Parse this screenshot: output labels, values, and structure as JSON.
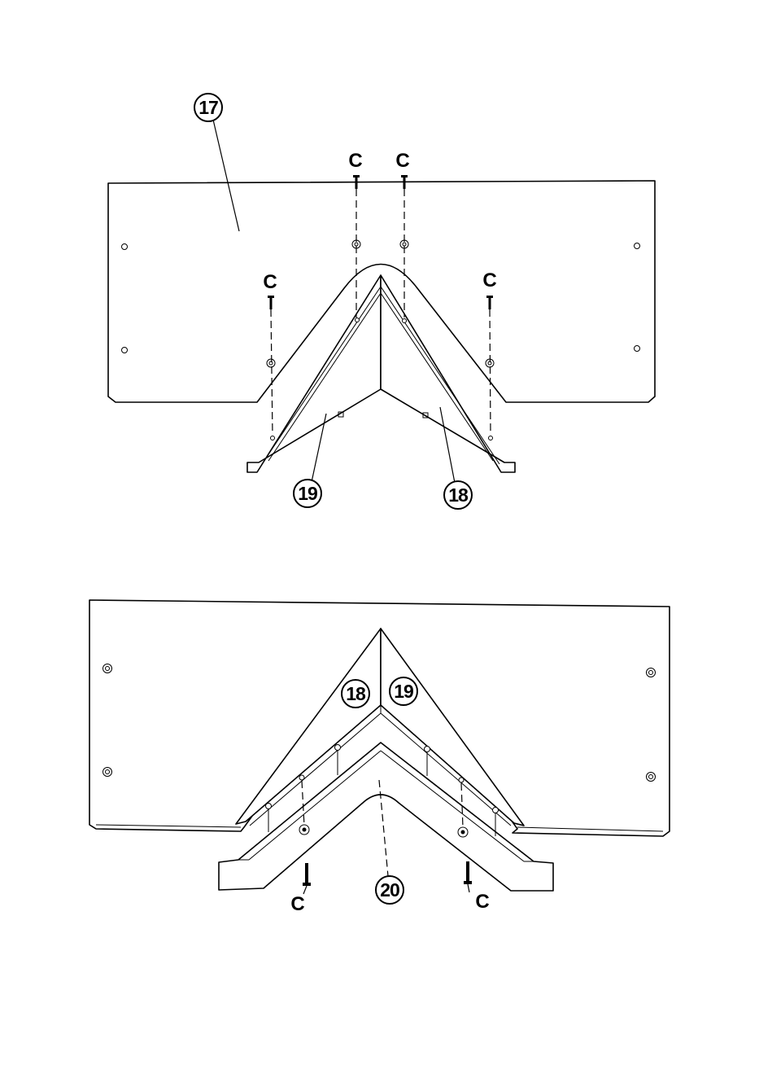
{
  "diagram": {
    "parts": {
      "p17": "17",
      "p18": "18",
      "p19": "19",
      "p20": "20"
    },
    "screw_label": "C",
    "colors": {
      "line": "#000000",
      "background": "#ffffff"
    }
  }
}
